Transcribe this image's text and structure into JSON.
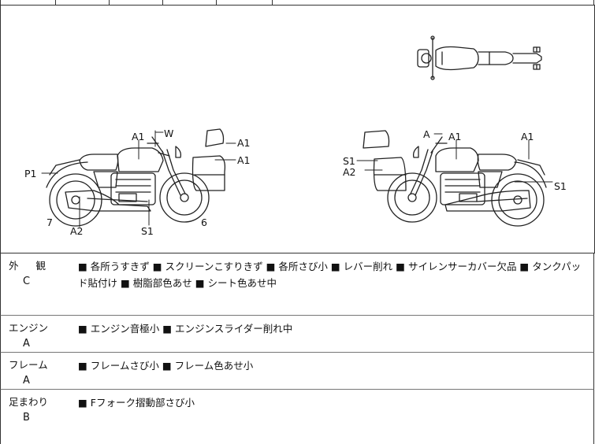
{
  "diagram": {
    "left_labels": {
      "a1_top": "A1",
      "w": "W",
      "a1_r1": "A1",
      "a1_r2": "A1",
      "p1": "P1",
      "seven": "7",
      "a2": "A2",
      "s1": "S1",
      "six": "6"
    },
    "right_labels": {
      "a_top": "A",
      "a1_top": "A1",
      "a1_far": "A1",
      "s1_left": "S1",
      "a2_left": "A2",
      "s1_right": "S1"
    }
  },
  "rows": [
    {
      "label": "外観",
      "grade": "C",
      "text": "■ 各所うすきず ■ スクリーンこすりきず ■ 各所さび小 ■ レバー削れ ■ サイレンサーカバー欠品 ■ タンクパッド貼付け ■ 樹脂部色あせ ■ シート色あせ中"
    },
    {
      "label": "エンジン",
      "grade": "A",
      "text": "■ エンジン音極小 ■ エンジンスライダー削れ中"
    },
    {
      "label": "フレーム",
      "grade": "A",
      "text": "■ フレームさび小 ■ フレーム色あせ小"
    },
    {
      "label": "足まわり",
      "grade": "B",
      "text": "■ Fフォーク摺動部さび小"
    }
  ]
}
